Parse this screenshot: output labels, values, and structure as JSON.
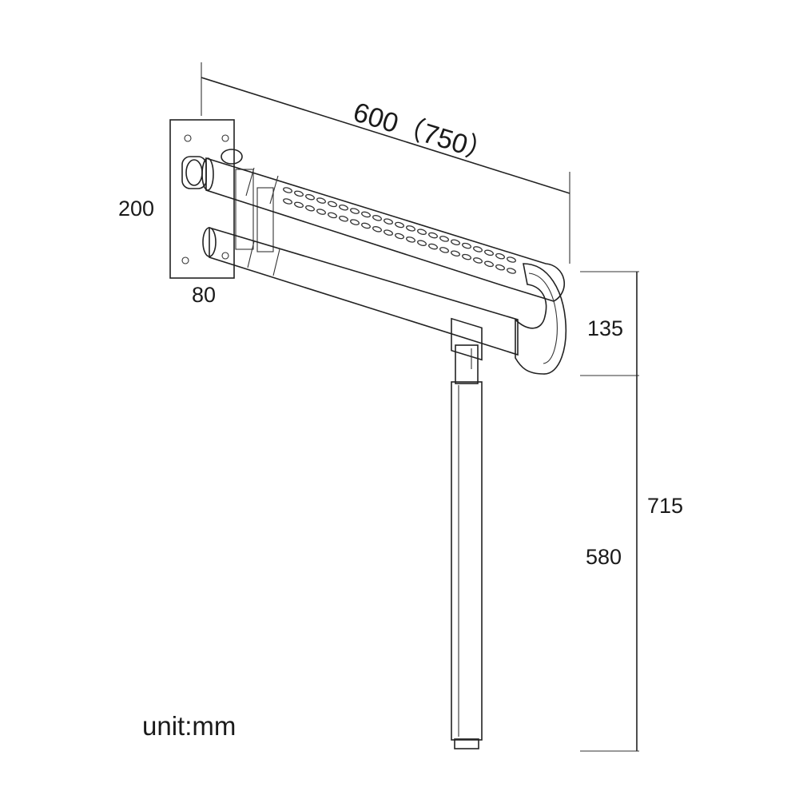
{
  "dimensions": {
    "length": "600（750）",
    "plate_height": "200",
    "plate_width": "80",
    "rail_gap": "135",
    "leg_length": "580",
    "total_height": "715"
  },
  "unit_note": "unit:mm",
  "colors": {
    "line": "#222222",
    "background": "#ffffff"
  }
}
